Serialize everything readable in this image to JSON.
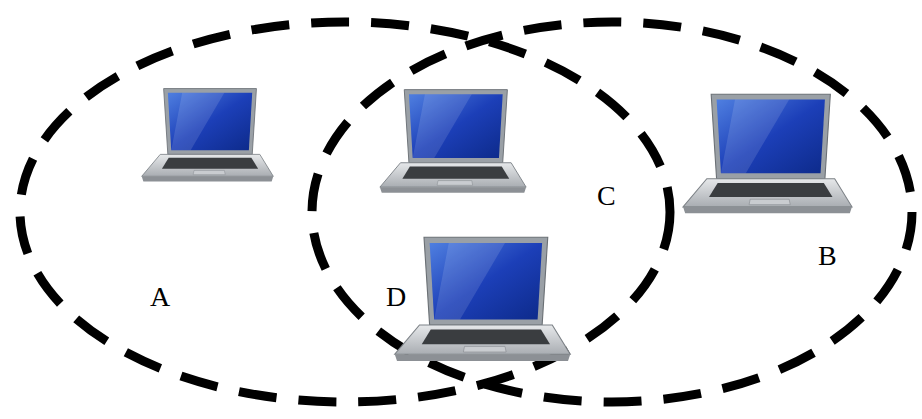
{
  "diagram": {
    "labels": [
      "A",
      "C",
      "B",
      "D"
    ]
  }
}
